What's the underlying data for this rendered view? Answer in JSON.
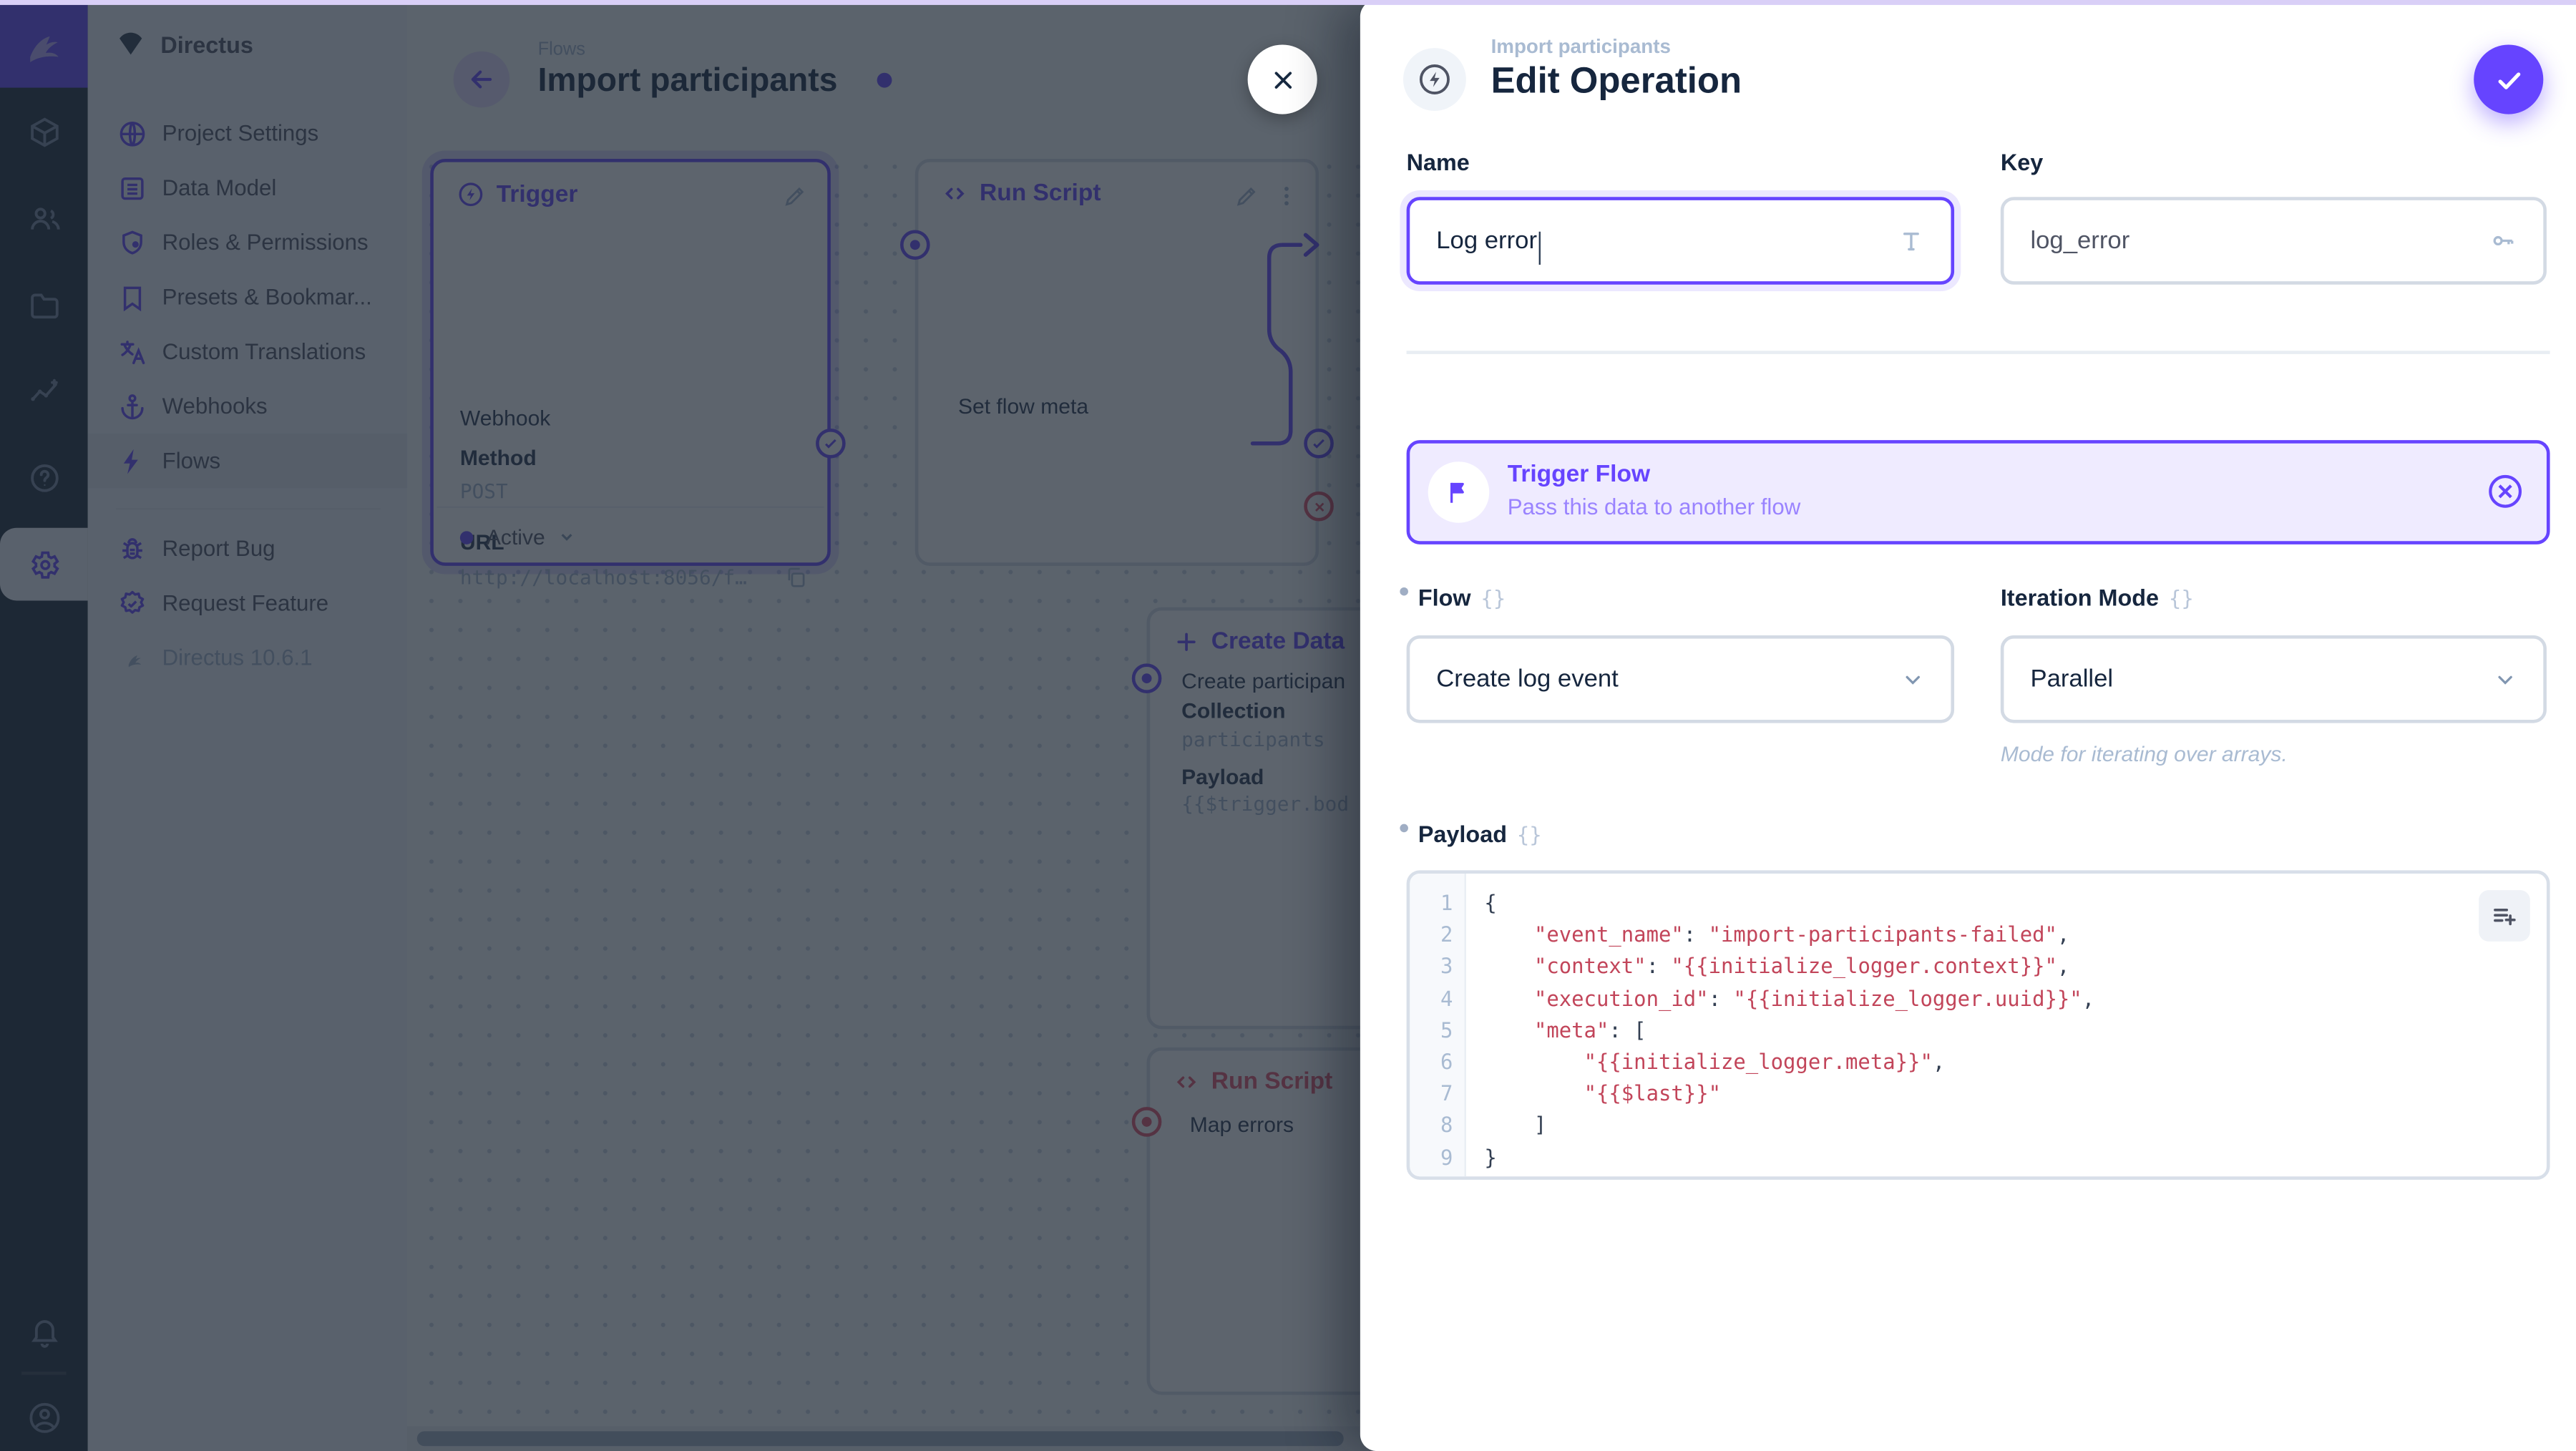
{
  "colors": {
    "primary": "#6644FF",
    "danger": "#E35169"
  },
  "module_bar": {
    "logo_icon": "directus-rabbit-logo",
    "items": [
      {
        "name": "collections",
        "icon": "cube-icon"
      },
      {
        "name": "users",
        "icon": "people-icon"
      },
      {
        "name": "files",
        "icon": "folder-icon"
      },
      {
        "name": "insights",
        "icon": "insights-icon"
      },
      {
        "name": "docs",
        "icon": "help-icon"
      },
      {
        "name": "settings",
        "icon": "gear-icon",
        "active": true
      },
      {
        "name": "notifications",
        "icon": "bell-icon"
      },
      {
        "name": "account",
        "icon": "user-circle-icon"
      }
    ]
  },
  "nav": {
    "project_name": "Directus",
    "items": [
      {
        "icon": "globe-icon",
        "label": "Project Settings"
      },
      {
        "icon": "data-model-icon",
        "label": "Data Model"
      },
      {
        "icon": "shield-user-icon",
        "label": "Roles & Permissions"
      },
      {
        "icon": "bookmark-icon",
        "label": "Presets & Bookmar..."
      },
      {
        "icon": "translate-icon",
        "label": "Custom Translations"
      },
      {
        "icon": "anchor-icon",
        "label": "Webhooks"
      },
      {
        "icon": "bolt-icon",
        "label": "Flows",
        "active": true
      }
    ],
    "footer_items": [
      {
        "icon": "bug-icon",
        "label": "Report Bug"
      },
      {
        "icon": "verified-icon",
        "label": "Request Feature"
      }
    ],
    "version": "Directus 10.6.1"
  },
  "canvas": {
    "breadcrumb": "Flows",
    "title": "Import participants",
    "trigger_panel": {
      "title": "Trigger",
      "type_value": "Webhook",
      "method_label": "Method",
      "method_value": "POST",
      "url_label": "URL",
      "url_value": "http://localhost:8056/f…",
      "status_label": "Active"
    },
    "run_script_panel": {
      "title": "Run Script",
      "input_label": "Set flow meta"
    },
    "create_data_panel": {
      "title": "Create Data",
      "input_label": "Create participan",
      "collection_label": "Collection",
      "collection_value": "participants",
      "payload_label": "Payload",
      "payload_value": "{{$trigger.bod"
    },
    "map_errors_panel": {
      "title": "Run Script",
      "input_label": "Map errors"
    }
  },
  "drawer": {
    "breadcrumb": "Import participants",
    "title": "Edit Operation",
    "name_label": "Name",
    "name_value": "Log error",
    "key_label": "Key",
    "key_value": "log_error",
    "banner": {
      "title": "Trigger Flow",
      "subtitle": "Pass this data to another flow"
    },
    "flow_label": "Flow",
    "flow_value": "Create log event",
    "iteration_label": "Iteration Mode",
    "iteration_value": "Parallel",
    "iteration_note": "Mode for iterating over arrays.",
    "payload_label": "Payload",
    "payload_lines": [
      "{",
      "    \"event_name\": \"import-participants-failed\",",
      "    \"context\": \"{{initialize_logger.context}}\",",
      "    \"execution_id\": \"{{initialize_logger.uuid}}\",",
      "    \"meta\": [",
      "        \"{{initialize_logger.meta}}\",",
      "        \"{{$last}}\"",
      "    ]",
      "}"
    ]
  }
}
